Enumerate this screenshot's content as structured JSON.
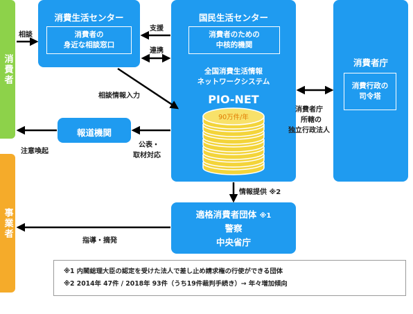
{
  "consumer_label": "消費者",
  "business_label": "事業者",
  "local_center": {
    "title": "消費生活センター",
    "sub_line1": "消費者の",
    "sub_line2": "身近な相談窓口"
  },
  "national_center": {
    "title": "国民生活センター",
    "sub_line1": "消費者のための",
    "sub_line2": "中核的機関",
    "system_line1": "全国消費生活情報",
    "system_line2": "ネットワークシステム",
    "system_name": "PIO-NET",
    "db_label": "90万件/年"
  },
  "agency": {
    "title": "消費者庁",
    "sub_line1": "消費行政の",
    "sub_line2": "司令塔"
  },
  "press": {
    "title": "報道機関"
  },
  "groups": {
    "line1": "適格消費者団体",
    "mark": "※1",
    "line2": "警察",
    "line3": "中央省庁"
  },
  "edge_labels": {
    "consult": "相談",
    "support": "支援",
    "cooperate": "連携",
    "consult_input": "相談情報入力",
    "agency_rel_1": "消費者庁",
    "agency_rel_2": "所轄の",
    "agency_rel_3": "独立行政法人",
    "publish_1": "公表・",
    "publish_2": "取材対応",
    "alert": "注意喚起",
    "info_provide": "情報提供 ※2",
    "guidance": "指導・摘発"
  },
  "notes": {
    "note1": "※1 内閣総理大臣の認定を受けた法人で差し止め請求権の行使ができる団体",
    "note2": "※2  2014年 47件 / 2018年 93件（うち19件裁判手続き）→ 年々増加傾向"
  },
  "colors": {
    "box_blue": "#1f9bf0",
    "consumer_green": "#8dd24a",
    "business_orange": "#f5ab2a",
    "db_gold": "#f3d43a",
    "db_text": "#e07b00"
  }
}
